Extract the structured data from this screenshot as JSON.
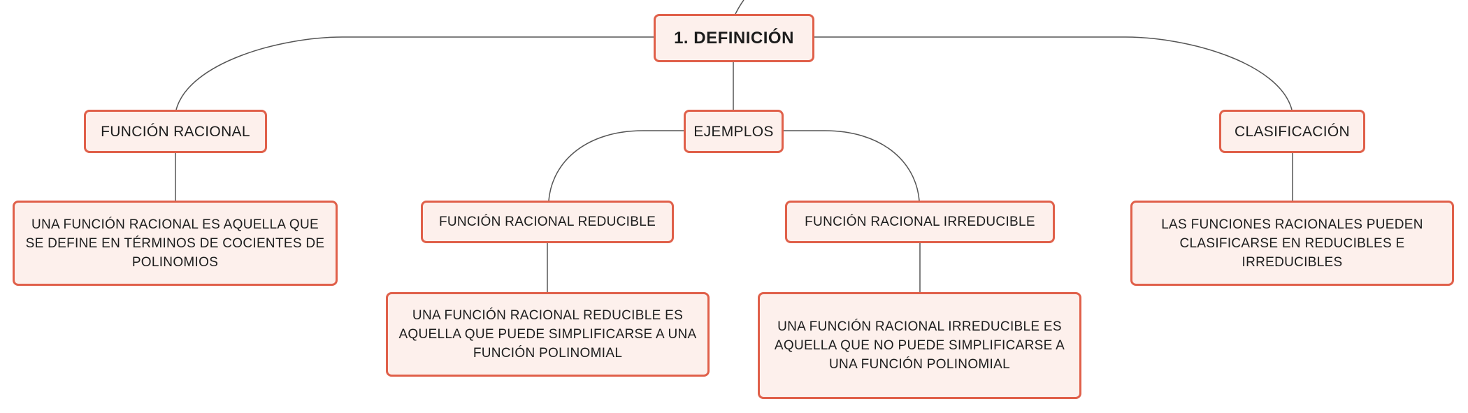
{
  "diagram": {
    "root": "1. DEFINICIÓN",
    "branches": {
      "funcion_racional": {
        "title": "FUNCIÓN RACIONAL",
        "description": "UNA FUNCIÓN RACIONAL ES AQUELLA QUE SE DEFINE EN TÉRMINOS DE COCIENTES DE POLINOMIOS"
      },
      "ejemplos": {
        "title": "EJEMPLOS",
        "reducible": {
          "title": "FUNCIÓN RACIONAL REDUCIBLE",
          "description": "UNA FUNCIÓN RACIONAL REDUCIBLE ES AQUELLA QUE PUEDE SIMPLIFICARSE A UNA FUNCIÓN POLINOMIAL"
        },
        "irreducible": {
          "title": "FUNCIÓN RACIONAL IRREDUCIBLE",
          "description": "UNA FUNCIÓN RACIONAL IRREDUCIBLE ES AQUELLA QUE NO PUEDE SIMPLIFICARSE A UNA FUNCIÓN POLINOMIAL"
        }
      },
      "clasificacion": {
        "title": "CLASIFICACIÓN",
        "description": "LAS FUNCIONES RACIONALES PUEDEN CLASIFICARSE EN REDUCIBLES E IRREDUCIBLES"
      }
    }
  },
  "colors": {
    "node_border": "#e0604a",
    "node_fill": "#fdf0ec",
    "connector": "#555555",
    "text": "#1c1c1c"
  }
}
